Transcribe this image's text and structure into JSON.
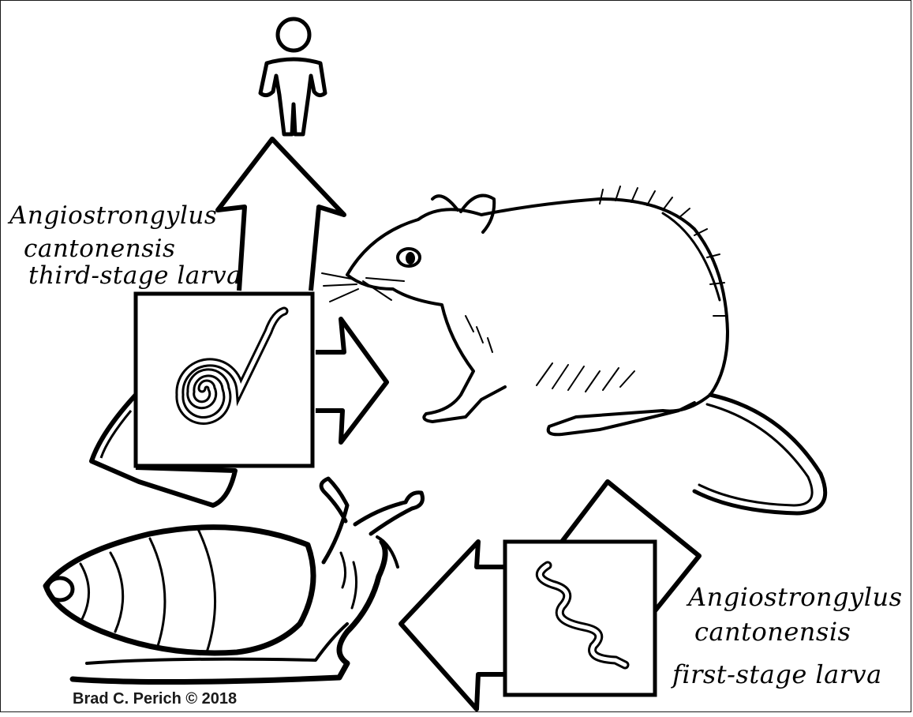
{
  "labels": {
    "third_stage": {
      "line1": "Angiostrongylus",
      "line2": "cantonensis",
      "line3": "third-stage larva"
    },
    "first_stage": {
      "line1": "Angiostrongylus",
      "line2": "cantonensis",
      "line3": "first-stage larva"
    }
  },
  "credit": "Brad C. Perich © 2018",
  "colors": {
    "ink": "#000000",
    "background": "#ffffff"
  },
  "icons": [
    "human-icon",
    "rat-icon",
    "snail-icon",
    "coiled-larva-icon",
    "wavy-larva-icon"
  ]
}
